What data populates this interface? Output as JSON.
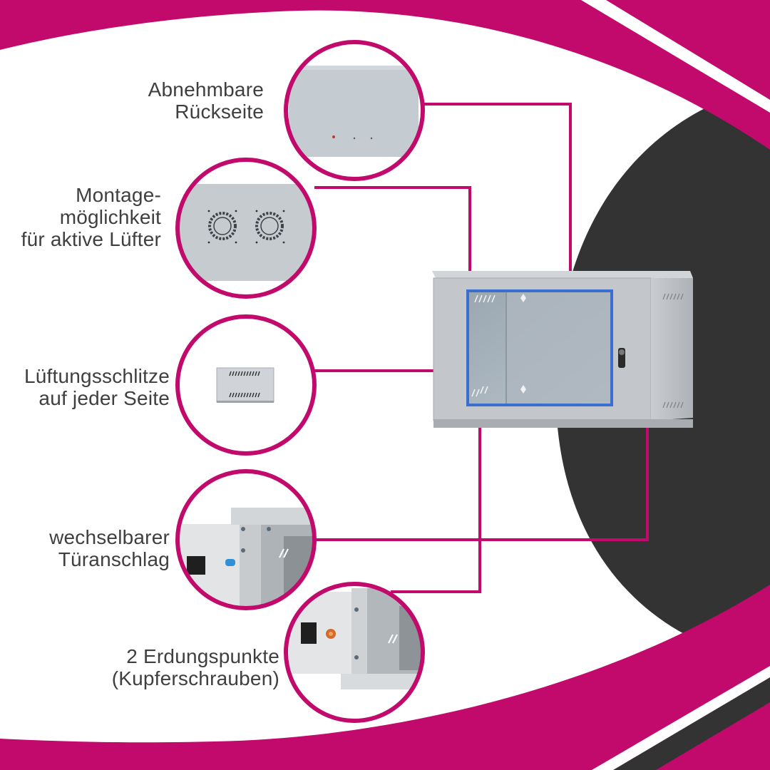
{
  "colors": {
    "accent": "#c10a6b",
    "dark": "#333333",
    "cabinet_grey": "#bfc3c7",
    "door_blue": "#3a6fd0",
    "text": "#3f3f3f"
  },
  "features": [
    {
      "id": "rear",
      "lines": [
        "Abnehmbare",
        "Rückseite"
      ],
      "detail": "removable-rear-panel"
    },
    {
      "id": "fans",
      "lines": [
        "Montage-",
        "möglichkeit",
        "für aktive Lüfter"
      ],
      "detail": "fan-mounting-plate"
    },
    {
      "id": "vents",
      "lines": [
        "Lüftungsschlitze",
        "auf jeder Seite"
      ],
      "detail": "side-ventilation-slots"
    },
    {
      "id": "door",
      "lines": [
        "wechselbarer",
        "Türanschlag"
      ],
      "detail": "reversible-door-hinge"
    },
    {
      "id": "ground",
      "lines": [
        "2 Erdungspunkte",
        "(Kupferschrauben)"
      ],
      "detail": "copper-grounding-screws"
    }
  ]
}
